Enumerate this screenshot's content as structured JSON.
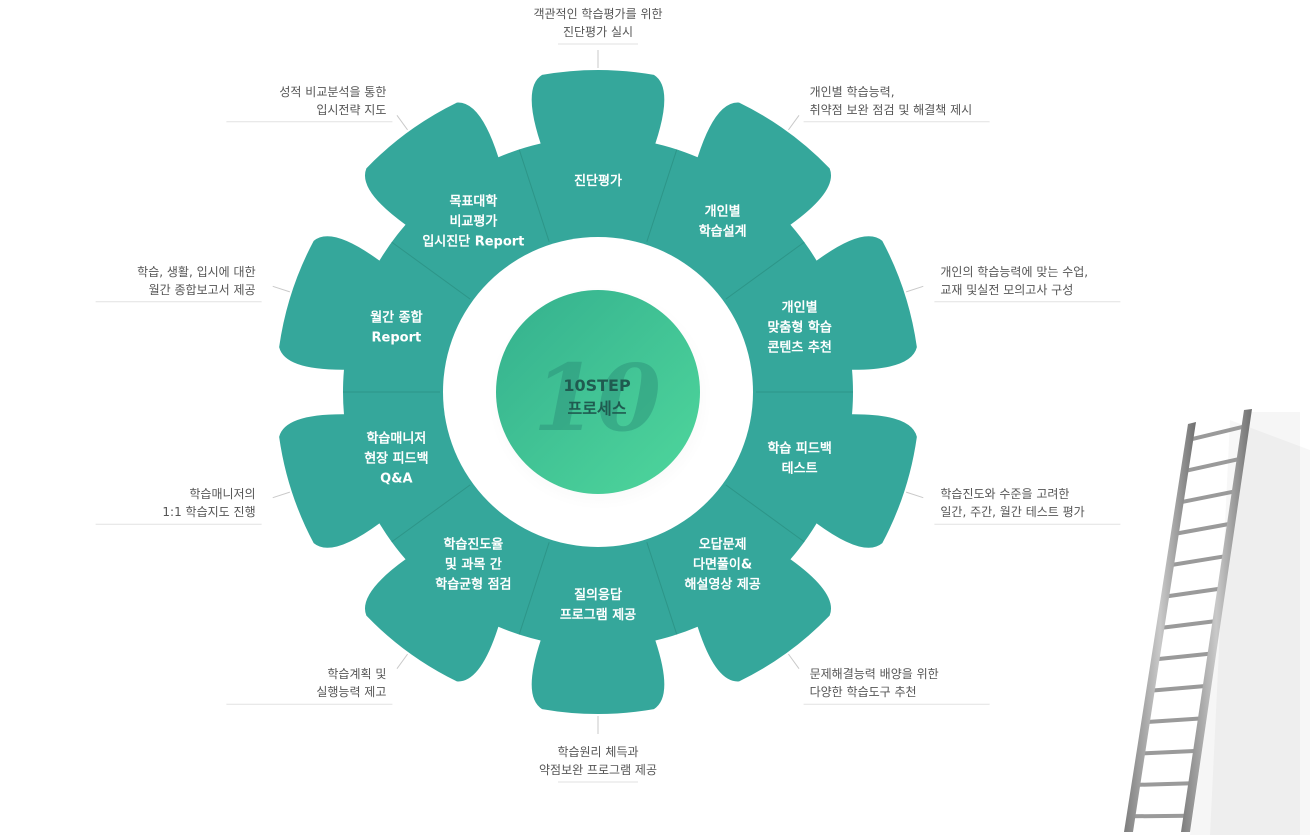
{
  "colors": {
    "gear": "#35a79b",
    "divider": "#2d9588",
    "center_a": "#3cbf8e",
    "center_b": "#46cf98",
    "text_dark": "#1f5b50"
  },
  "center": {
    "number": "10",
    "line1": "10STEP",
    "line2": "프로세스"
  },
  "steps": [
    {
      "label": [
        "진단평가"
      ],
      "note": [
        "객관적인 학습평가를 위한",
        "진단평가 실시"
      ]
    },
    {
      "label": [
        "개인별",
        "학습설계"
      ],
      "note": [
        "개인별 학습능력,",
        "취약점 보완 점검 및 해결책 제시"
      ]
    },
    {
      "label": [
        "개인별",
        "맞춤형 학습",
        "콘텐츠 추천"
      ],
      "note": [
        "개인의 학습능력에 맞는 수업,",
        "교재 및실전 모의고사 구성"
      ]
    },
    {
      "label": [
        "학습 피드백",
        "테스트"
      ],
      "note": [
        "학습진도와 수준을 고려한",
        "일간, 주간, 월간 테스트 평가"
      ]
    },
    {
      "label": [
        "오답문제",
        "다면풀이&",
        "해설영상 제공"
      ],
      "note": [
        "문제해결능력 배양을 위한",
        "다양한 학습도구 추천"
      ]
    },
    {
      "label": [
        "질의응답",
        "프로그램 제공"
      ],
      "note": [
        "학습원리 체득과",
        "약점보완 프로그램 제공"
      ]
    },
    {
      "label": [
        "학습진도율",
        "및 과목 간",
        "학습균형 점검"
      ],
      "note": [
        "학습계획 및",
        "실행능력 제고"
      ]
    },
    {
      "label": [
        "학습매니저",
        "현장 피드백",
        "Q&A"
      ],
      "note": [
        "학습매니저의",
        "1:1 학습지도 진행"
      ]
    },
    {
      "label": [
        "월간 종합",
        "Report"
      ],
      "note": [
        "학습, 생활, 입시에 대한",
        "월간 종합보고서 제공"
      ]
    },
    {
      "label": [
        "목표대학",
        "비교평가",
        "입시진단 Report"
      ],
      "note": [
        "성적 비교분석을 통한",
        "입시전략 지도"
      ]
    }
  ]
}
